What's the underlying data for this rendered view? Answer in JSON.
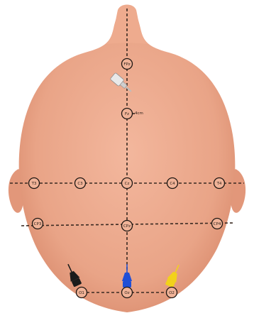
{
  "diagram": {
    "distance_note": "4cm",
    "electrodes": [
      {
        "id": "fpz",
        "label": "FPz"
      },
      {
        "id": "fz",
        "label": "Fz"
      },
      {
        "id": "t3",
        "label": "T3"
      },
      {
        "id": "c3",
        "label": "C3"
      },
      {
        "id": "cz",
        "label": "Cz"
      },
      {
        "id": "c4",
        "label": "C4"
      },
      {
        "id": "t4",
        "label": "T4"
      },
      {
        "id": "cp3",
        "label": "CP3"
      },
      {
        "id": "cpz",
        "label": "CPz"
      },
      {
        "id": "cp4",
        "label": "CP4"
      },
      {
        "id": "o1",
        "label": "O1"
      },
      {
        "id": "oz",
        "label": "Oz"
      },
      {
        "id": "o2",
        "label": "O2"
      }
    ],
    "connectors": [
      {
        "id": "reference",
        "color": "#e9e9e9"
      },
      {
        "id": "black",
        "color": "#1b1b1b"
      },
      {
        "id": "blue",
        "color": "#1f4fd6"
      },
      {
        "id": "yellow",
        "color": "#f2d21a"
      }
    ],
    "colors": {
      "skin": "#eaa689",
      "skin_shadow": "#d98d6f",
      "line": "#3a2a22"
    }
  }
}
